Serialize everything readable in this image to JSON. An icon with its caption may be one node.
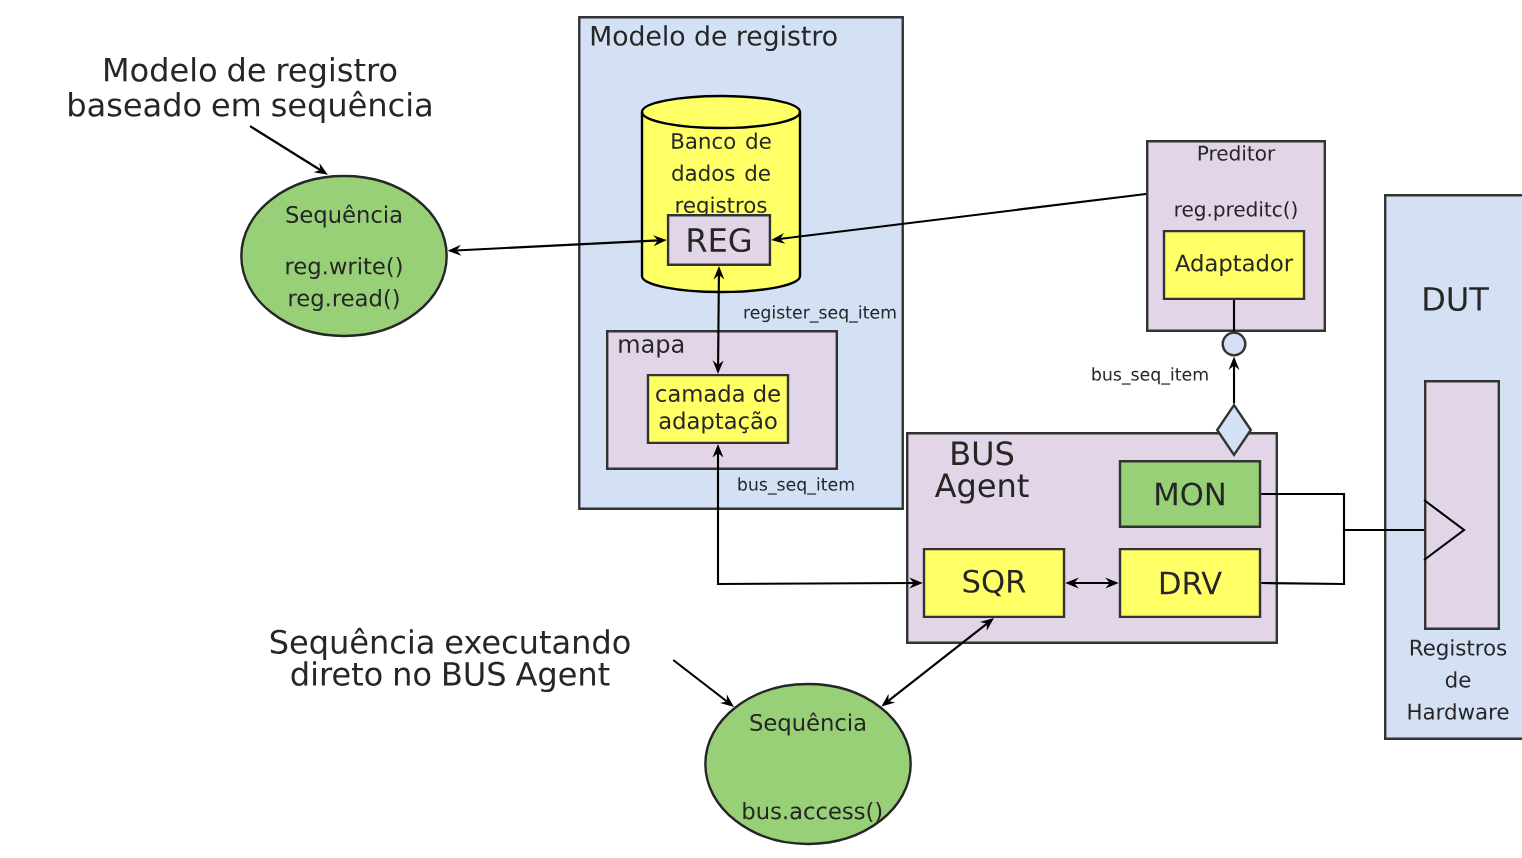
{
  "diagram": {
    "nodes": [
      {
        "text": [
          "Modelo de registro"
        ]
      },
      {
        "text": [
          "Banco de dados de registros"
        ],
        "in": 0
      },
      {
        "text": [
          "REG"
        ],
        "in": 1
      },
      {
        "text": [
          "mapa"
        ],
        "in": 0
      },
      {
        "text": [
          "camada de adaptação"
        ],
        "in": 3
      },
      {
        "text": [
          "Preditor",
          "reg.preditc()"
        ]
      },
      {
        "text": [
          "Adaptador"
        ],
        "in": 5
      },
      {
        "text": [],
        "shape": "circle"
      },
      {
        "text": [],
        "shape": "diamond"
      },
      {
        "text": [
          "BUS Agent"
        ]
      },
      {
        "text": [
          "MON"
        ],
        "in": 9
      },
      {
        "text": [
          "SQR"
        ],
        "in": 9
      },
      {
        "text": [
          "DRV"
        ],
        "in": 9
      },
      {
        "text": [
          "DUT"
        ]
      },
      {
        "text": [
          "Registros de Hardware"
        ],
        "in": 13
      },
      {
        "text": [
          "Sequência",
          "reg.write() reg.read()"
        ]
      },
      {
        "text": [
          "Sequência",
          "bus.access()"
        ]
      },
      {
        "text": [
          "Modelo de registro baseado em sequência"
        ]
      },
      {
        "text": [
          "Sequência executando direto no BUS Agent"
        ]
      }
    ],
    "edges": [
      {
        "from": 17,
        "to": 15,
        "arrow": "to"
      },
      {
        "from": 5,
        "to": 2,
        "arrow": "to"
      },
      {
        "from": 2,
        "to": 15,
        "arrow": "both"
      },
      {
        "from": 2,
        "to": 4,
        "arrow": "both",
        "label": "register_seq_item"
      },
      {
        "from": 11,
        "to": 4,
        "arrow": "both",
        "label": "bus_seq_item"
      },
      {
        "from": 11,
        "to": 12,
        "arrow": "both"
      },
      {
        "from": 18,
        "to": 16,
        "arrow": "to"
      },
      {
        "from": 16,
        "to": 11,
        "arrow": "both"
      },
      {
        "from": 6,
        "to": 7,
        "arrow": "none"
      },
      {
        "from": 8,
        "to": 7,
        "arrow": "to",
        "label": "bus_seq_item"
      },
      {
        "from": 10,
        "to": 14,
        "arrow": "none"
      },
      {
        "from": 12,
        "to": 14,
        "arrow": "none"
      }
    ]
  }
}
